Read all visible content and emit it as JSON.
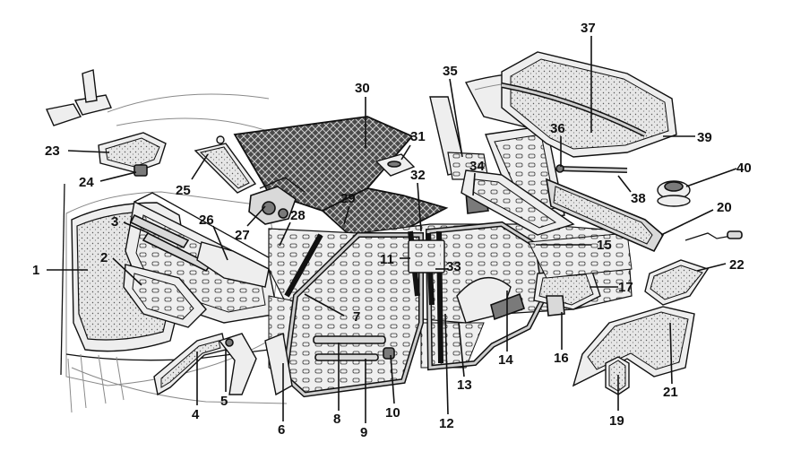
{
  "diagram": {
    "callouts": [
      {
        "id": "1",
        "label": "1"
      },
      {
        "id": "2",
        "label": "2"
      },
      {
        "id": "3",
        "label": "3"
      },
      {
        "id": "4",
        "label": "4"
      },
      {
        "id": "5",
        "label": "5"
      },
      {
        "id": "6",
        "label": "6"
      },
      {
        "id": "7",
        "label": "7"
      },
      {
        "id": "8",
        "label": "8"
      },
      {
        "id": "9",
        "label": "9"
      },
      {
        "id": "10",
        "label": "10"
      },
      {
        "id": "11",
        "label": "11"
      },
      {
        "id": "12",
        "label": "12"
      },
      {
        "id": "13",
        "label": "13"
      },
      {
        "id": "14",
        "label": "14"
      },
      {
        "id": "15",
        "label": "15"
      },
      {
        "id": "16",
        "label": "16"
      },
      {
        "id": "17",
        "label": "17"
      },
      {
        "id": "19",
        "label": "19"
      },
      {
        "id": "20",
        "label": "20"
      },
      {
        "id": "21",
        "label": "21"
      },
      {
        "id": "22",
        "label": "22"
      },
      {
        "id": "23",
        "label": "23"
      },
      {
        "id": "24",
        "label": "24"
      },
      {
        "id": "25",
        "label": "25"
      },
      {
        "id": "26",
        "label": "26"
      },
      {
        "id": "27",
        "label": "27"
      },
      {
        "id": "28",
        "label": "28"
      },
      {
        "id": "29",
        "label": "29"
      },
      {
        "id": "30",
        "label": "30"
      },
      {
        "id": "31",
        "label": "31"
      },
      {
        "id": "32",
        "label": "32"
      },
      {
        "id": "33",
        "label": "33"
      },
      {
        "id": "34",
        "label": "34"
      },
      {
        "id": "35",
        "label": "35"
      },
      {
        "id": "36",
        "label": "36"
      },
      {
        "id": "37",
        "label": "37"
      },
      {
        "id": "38",
        "label": "38"
      },
      {
        "id": "39",
        "label": "39"
      },
      {
        "id": "40",
        "label": "40"
      }
    ]
  }
}
